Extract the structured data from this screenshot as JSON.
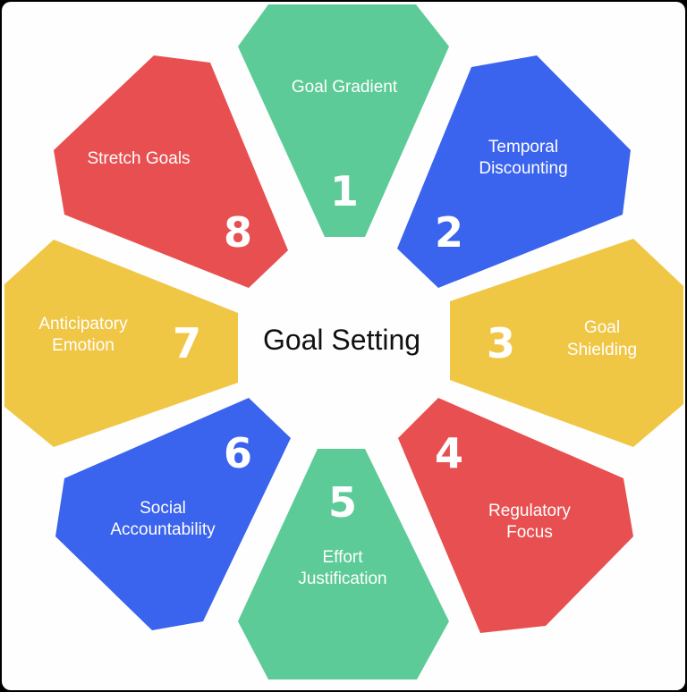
{
  "diagram": {
    "center": {
      "title": "Goal Setting"
    },
    "colors": {
      "green": "#5DCB97",
      "blue": "#3A63EE",
      "yellow": "#F0C645",
      "red": "#E84F50",
      "background": "#FEFEFE",
      "frame": "#000000"
    },
    "petals": [
      {
        "number": "1",
        "line1": "Goal Gradient",
        "line2": "",
        "color": "green"
      },
      {
        "number": "2",
        "line1": "Temporal",
        "line2": "Discounting",
        "color": "blue"
      },
      {
        "number": "3",
        "line1": "Goal",
        "line2": "Shielding",
        "color": "yellow"
      },
      {
        "number": "4",
        "line1": "Regulatory",
        "line2": "Focus",
        "color": "red"
      },
      {
        "number": "5",
        "line1": "Effort",
        "line2": "Justification",
        "color": "green"
      },
      {
        "number": "6",
        "line1": "Social",
        "line2": "Accountability",
        "color": "blue"
      },
      {
        "number": "7",
        "line1": "Anticipatory",
        "line2": "Emotion",
        "color": "yellow"
      },
      {
        "number": "8",
        "line1": "Stretch Goals",
        "line2": "",
        "color": "red"
      }
    ]
  }
}
